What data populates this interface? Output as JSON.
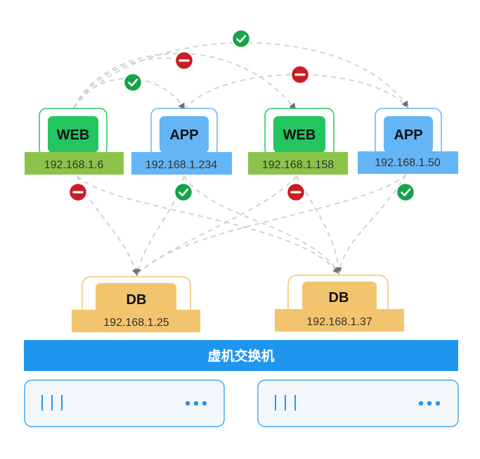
{
  "servers": [
    {
      "role": "WEB",
      "ip": "192.168.1.6",
      "color": "#22c55e",
      "band": "#8bc34a"
    },
    {
      "role": "APP",
      "ip": "192.168.1.234",
      "color": "#64b5f6",
      "band": "#64b5f6"
    },
    {
      "role": "WEB",
      "ip": "192.168.1.158",
      "color": "#22c55e",
      "band": "#8bc34a"
    },
    {
      "role": "APP",
      "ip": "192.168.1.50",
      "color": "#64b5f6",
      "band": "#64b5f6"
    }
  ],
  "databases": [
    {
      "role": "DB",
      "ip": "192.168.1.25",
      "color": "#f2c46d"
    },
    {
      "role": "DB",
      "ip": "192.168.1.37",
      "color": "#f2c46d"
    }
  ],
  "switch": {
    "label": "虚机交换机",
    "color": "#1e96f0"
  },
  "status_colors": {
    "allowed": "#16a34a",
    "blocked": "#c81d25"
  },
  "connections": {
    "top": [
      "allowed",
      "blocked",
      "allowed",
      "blocked"
    ],
    "bottom": [
      "blocked",
      "allowed",
      "blocked",
      "allowed"
    ]
  },
  "icons": {
    "allowed": "check-circle-icon",
    "blocked": "minus-circle-icon",
    "ports": "vertical-bars-icon",
    "more": "ellipsis-icon"
  }
}
